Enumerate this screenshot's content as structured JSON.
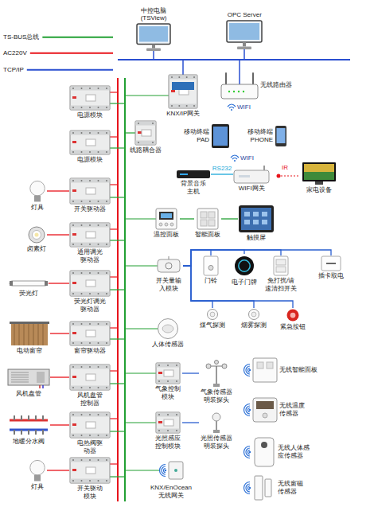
{
  "diagram": {
    "nodes": [
      {
        "text": [
          "中控电脑 (TSView)"
        ]
      },
      {
        "text": [
          "OPC Server"
        ]
      },
      {
        "text": [
          "KNX/IP网关"
        ]
      },
      {
        "text": [
          "无线路由器"
        ]
      },
      {
        "text": [
          "电源模块"
        ]
      },
      {
        "text": [
          "线路耦合器"
        ]
      },
      {
        "text": [
          "移动终端 PAD"
        ]
      },
      {
        "text": [
          "移动终端 PHONE"
        ]
      },
      {
        "text": [
          "电源模块"
        ]
      },
      {
        "text": [
          "背景音乐主机"
        ]
      },
      {
        "text": [
          "WIFI网关"
        ]
      },
      {
        "text": [
          "家电设备"
        ]
      },
      {
        "text": [
          "灯具"
        ]
      },
      {
        "text": [
          "开关驱动器"
        ]
      },
      {
        "text": [
          "温控面板"
        ]
      },
      {
        "text": [
          "智能面板"
        ]
      },
      {
        "text": [
          "触摸屏"
        ]
      },
      {
        "text": [
          "卤素灯"
        ]
      },
      {
        "text": [
          "通用调光驱动器"
        ]
      },
      {
        "text": [
          "开关量输入模块"
        ]
      },
      {
        "text": [
          "门铃"
        ]
      },
      {
        "text": [
          "电子门牌"
        ]
      },
      {
        "text": [
          "免打扰/请速清扫开关"
        ]
      },
      {
        "text": [
          "插卡取电"
        ]
      },
      {
        "text": [
          "荧光灯"
        ]
      },
      {
        "text": [
          "荧光灯调光驱动器"
        ]
      },
      {
        "text": [
          "煤气探测"
        ]
      },
      {
        "text": [
          "烟雾探测"
        ]
      },
      {
        "text": [
          "紧急按钮"
        ]
      },
      {
        "text": [
          "人体传感器"
        ]
      },
      {
        "text": [
          "电动窗帘"
        ]
      },
      {
        "text": [
          "窗帘驱动器"
        ]
      },
      {
        "text": [
          "气象控制模块"
        ]
      },
      {
        "text": [
          "气象传感器明装探头"
        ]
      },
      {
        "text": [
          "无线智能面板"
        ]
      },
      {
        "text": [
          "风机盘管"
        ]
      },
      {
        "text": [
          "风机盘管控制器"
        ]
      },
      {
        "text": [
          "无线温度传感器"
        ]
      },
      {
        "text": [
          "光照感应控制模块"
        ]
      },
      {
        "text": [
          "光照传感器明装探头"
        ]
      },
      {
        "text": [
          "地暖分水阀"
        ]
      },
      {
        "text": [
          "电热阀驱动器"
        ]
      },
      {
        "text": [
          "无线人体感应传感器"
        ]
      },
      {
        "text": [
          "灯具"
        ]
      },
      {
        "text": [
          "开关驱动模块"
        ]
      },
      {
        "text": [
          "KNX/EnOcean 无线网关"
        ]
      },
      {
        "text": [
          "无线窗磁传感器"
        ]
      }
    ],
    "edges": [
      {
        "from": 12,
        "to": 13,
        "arrow": "none"
      },
      {
        "from": 17,
        "to": 18,
        "arrow": "none"
      },
      {
        "from": 24,
        "to": 25,
        "arrow": "none"
      },
      {
        "from": 30,
        "to": 31,
        "arrow": "none"
      },
      {
        "from": 35,
        "to": 36,
        "arrow": "none"
      },
      {
        "from": 40,
        "to": 41,
        "arrow": "none"
      },
      {
        "from": 43,
        "to": 44,
        "arrow": "none"
      },
      {
        "from": 9,
        "to": 10,
        "label": "RS232",
        "arrow": "none"
      },
      {
        "from": 14,
        "to": 15,
        "arrow": "none"
      },
      {
        "from": 15,
        "to": 16,
        "arrow": "none"
      },
      {
        "from": 19,
        "to": 20,
        "arrow": "none"
      },
      {
        "from": 19,
        "to": 21,
        "arrow": "none"
      },
      {
        "from": 19,
        "to": 22,
        "arrow": "none"
      },
      {
        "from": 19,
        "to": 23,
        "arrow": "none"
      },
      {
        "from": 19,
        "to": 26,
        "arrow": "none"
      },
      {
        "from": 19,
        "to": 27,
        "arrow": "none"
      },
      {
        "from": 19,
        "to": 28,
        "arrow": "none"
      },
      {
        "from": 32,
        "to": 33,
        "arrow": "none"
      },
      {
        "from": 38,
        "to": 39,
        "arrow": "none"
      }
    ],
    "labels": [
      "WIFI",
      "WIFI",
      "IR"
    ],
    "legend": [
      {
        "text": "TS-BUS总线"
      },
      {
        "text": "AC220V"
      },
      {
        "text": "TCP/IP"
      }
    ]
  }
}
